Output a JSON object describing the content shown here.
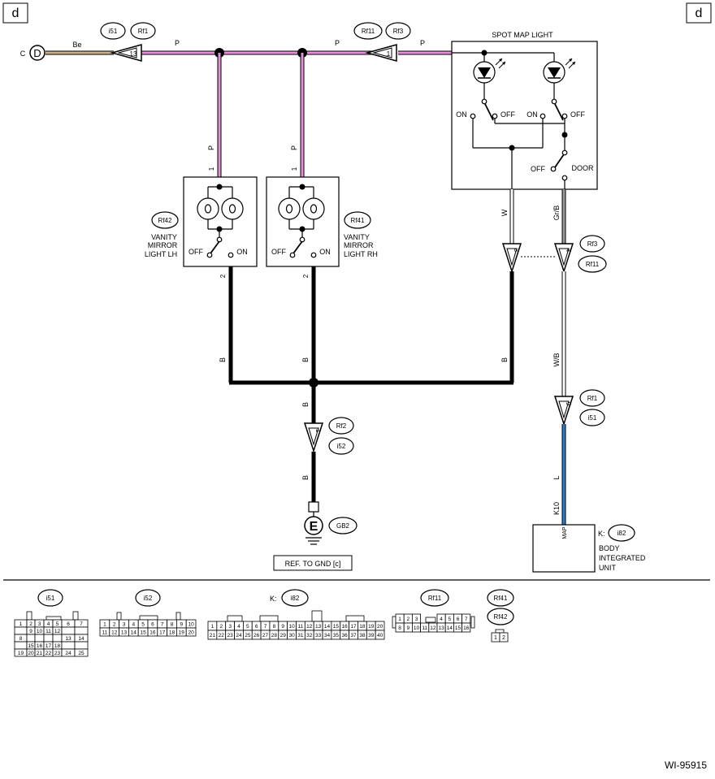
{
  "page": {
    "corner_left": "d",
    "corner_right": "d",
    "figure_id": "WI-95915"
  },
  "colors": {
    "pink_wire": "#e58fd6",
    "beige_wire": "#c9b08f",
    "blue_wire": "#2a7fd4",
    "black_wire": "#000000",
    "gray_wire": "#9a9a9a"
  },
  "connector_c": {
    "label": "C",
    "letter": "D"
  },
  "wires": {
    "be": "Be",
    "p_top_left": "P",
    "p_top_mid": "P",
    "p_top_right": "P",
    "p_left_drop": "P",
    "p_right_drop": "P",
    "w": "W",
    "grb": "Gr/B",
    "b_left": "B",
    "b_mid": "B",
    "b_right": "B",
    "b_down": "B",
    "b_gnd": "B",
    "wb": "W/B",
    "l": "L",
    "k10": "K10"
  },
  "tags": {
    "i51_top": "i51",
    "rf1_top": "Rf1",
    "rf11_top": "Rf11",
    "rf3_top": "Rf3",
    "rf42": "Rf42",
    "rf41": "Rf41",
    "rf3_mid": "Rf3",
    "rf11_mid": "Rf11",
    "rf1_low": "Rf1",
    "i51_low": "i51",
    "rf2": "Rf2",
    "i52": "i52",
    "gb2": "GB2",
    "i82": "i82"
  },
  "pins": {
    "p13": "13",
    "p1_top": "1",
    "p1_lh": "1",
    "p1_rh": "1",
    "p2_lh": "2",
    "p2_rh": "2",
    "p3": "3",
    "p4": "4",
    "p9": "9",
    "p1_gnd": "1"
  },
  "spot_map_light": {
    "title": "SPOT MAP LIGHT",
    "on1": "ON",
    "off1": "OFF",
    "on2": "ON",
    "off2": "OFF",
    "off3": "OFF",
    "door": "DOOR"
  },
  "vanity_lh": {
    "lines": [
      "VANITY",
      "MIRROR",
      "LIGHT LH"
    ],
    "off": "OFF",
    "on": "ON"
  },
  "vanity_rh": {
    "lines": [
      "VANITY",
      "MIRROR",
      "LIGHT RH"
    ],
    "off": "OFF",
    "on": "ON"
  },
  "ground": {
    "letter": "E",
    "ref": "REF. TO GND [c]"
  },
  "body_unit": {
    "prefix": "K:",
    "map": "MAP",
    "lines": [
      "BODY",
      "INTEGRATED",
      "UNIT"
    ]
  },
  "legend": {
    "i51": {
      "tag": "i51",
      "rows": [
        [
          "1",
          "2",
          "3",
          "4",
          "5",
          "6",
          "7"
        ],
        [
          "",
          "9",
          "10",
          "11",
          "12",
          "",
          ""
        ],
        [
          "8",
          "",
          "",
          "",
          "",
          "13",
          "14"
        ],
        [
          "",
          "15",
          "16",
          "17",
          "18",
          "",
          ""
        ],
        [
          "19",
          "20",
          "21",
          "22",
          "23",
          "24",
          "25"
        ]
      ]
    },
    "i52": {
      "tag": "i52",
      "row1": [
        "1",
        "2",
        "3",
        "4",
        "5",
        "6",
        "7",
        "8",
        "9",
        "10"
      ],
      "row2": [
        "11",
        "12",
        "13",
        "14",
        "15",
        "16",
        "17",
        "18",
        "19",
        "20"
      ]
    },
    "i82": {
      "prefix": "K:",
      "tag": "i82",
      "row1": [
        "1",
        "2",
        "3",
        "4",
        "5",
        "6",
        "7",
        "8",
        "9",
        "10",
        "11",
        "12",
        "13",
        "14",
        "15",
        "16",
        "17",
        "18",
        "19",
        "20"
      ],
      "row2": [
        "21",
        "22",
        "23",
        "24",
        "25",
        "26",
        "27",
        "28",
        "29",
        "30",
        "31",
        "32",
        "33",
        "34",
        "35",
        "36",
        "37",
        "38",
        "39",
        "40"
      ]
    },
    "rf11": {
      "tag": "Rf11",
      "row1": [
        "1",
        "2",
        "3",
        "",
        "4",
        "5",
        "6",
        "7"
      ],
      "row2": [
        "8",
        "9",
        "10",
        "11",
        "12",
        "13",
        "14",
        "15",
        "16"
      ]
    },
    "rf41": {
      "tag": "Rf41"
    },
    "rf42": {
      "tag": "Rf42",
      "row1": [
        "1",
        "2"
      ]
    }
  }
}
